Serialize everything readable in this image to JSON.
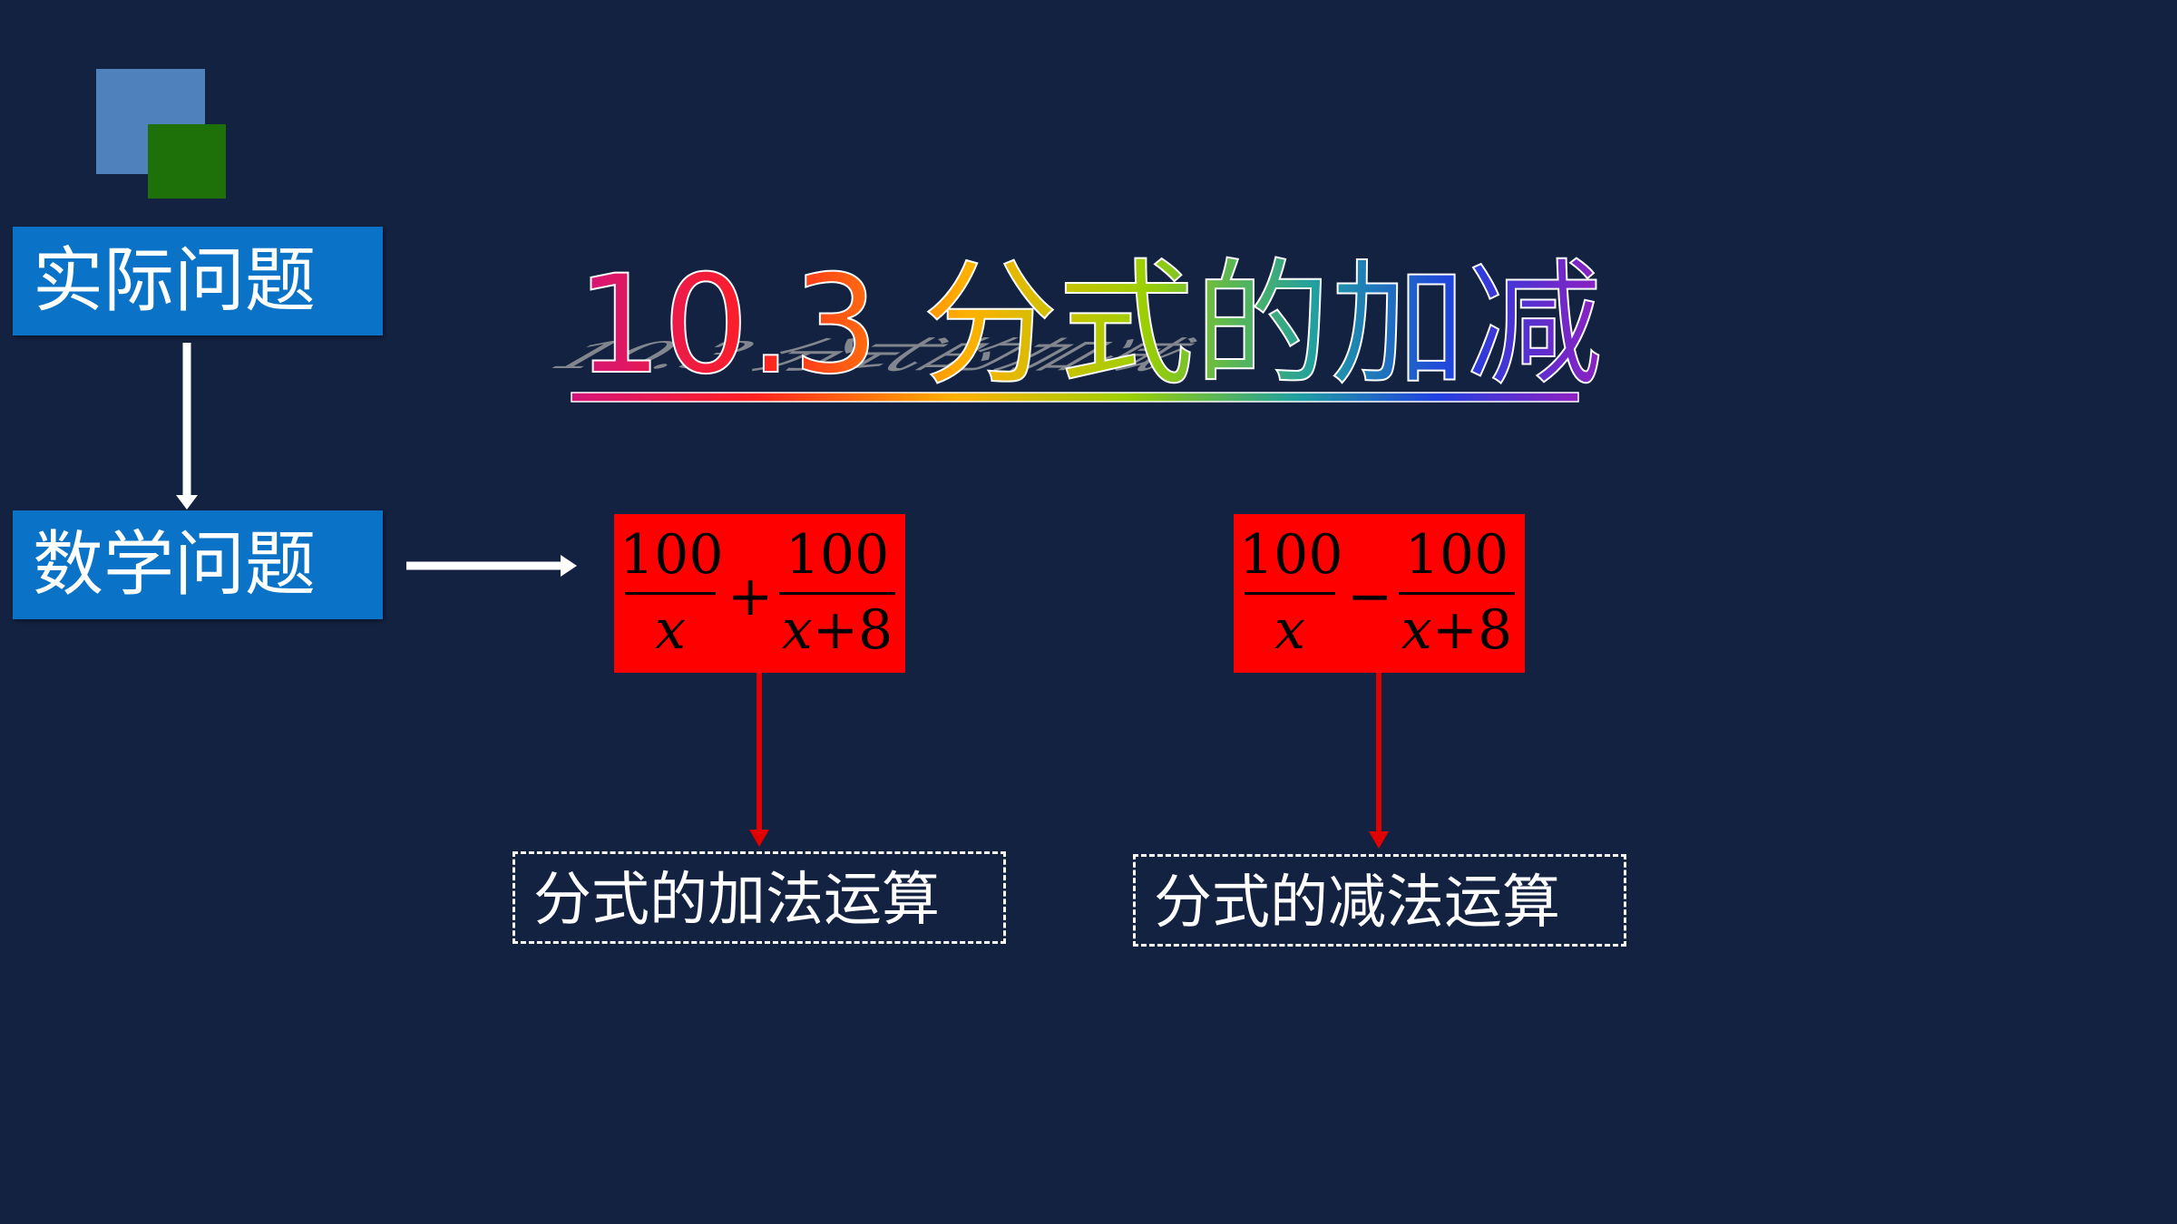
{
  "labels": {
    "actual_problem": "实际问题",
    "math_problem": "数学问题"
  },
  "title": "10.3 分式的加减",
  "expressions": {
    "addition": {
      "left_numerator": "100",
      "left_denominator": "x",
      "operator": "+",
      "right_numerator": "100",
      "right_denominator_var": "x",
      "right_denominator_rest": "+8"
    },
    "subtraction": {
      "left_numerator": "100",
      "left_denominator": "x",
      "operator": "−",
      "right_numerator": "100",
      "right_denominator_var": "x",
      "right_denominator_rest": "+8"
    }
  },
  "results": {
    "addition": "分式的加法运算",
    "subtraction": "分式的减法运算"
  },
  "colors": {
    "background": "#132240",
    "label_box": "#0a73c7",
    "fraction_box": "#ff0000",
    "square_blue": "#4f81bd",
    "square_green": "#1e7008",
    "arrow_red": "#e00000"
  }
}
